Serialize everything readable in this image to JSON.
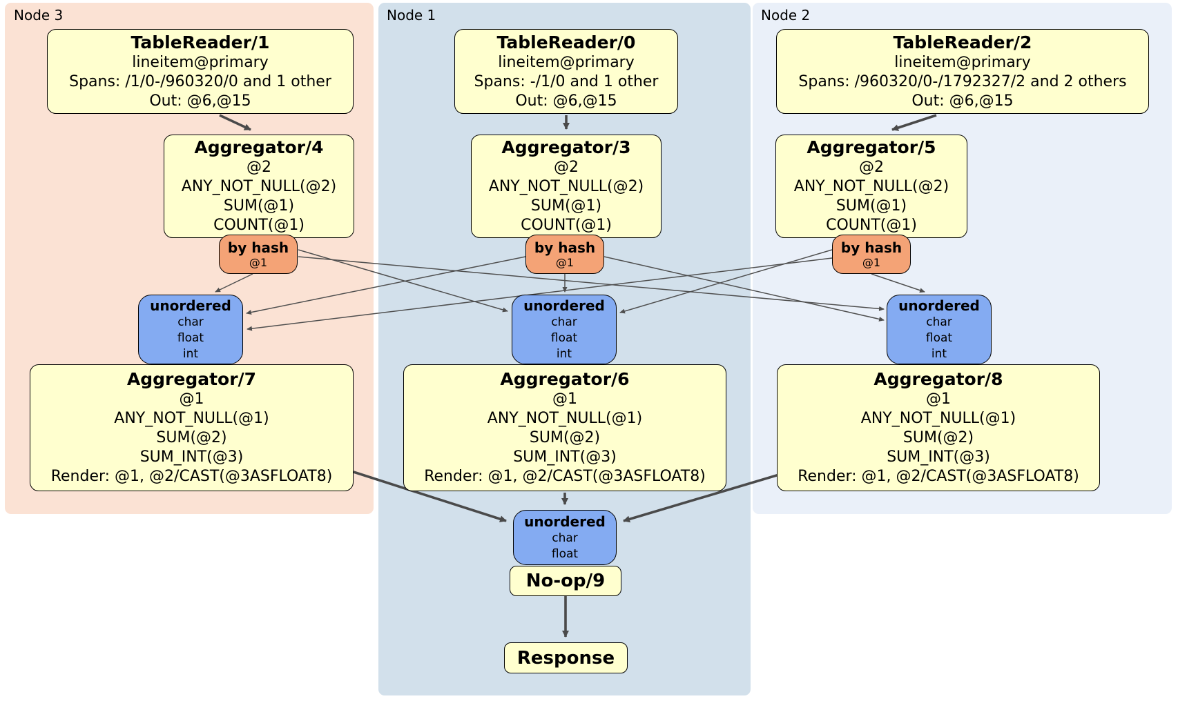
{
  "colors": {
    "node3_bg": "#fbe2d4",
    "node1_bg": "#d2e0eb",
    "node2_bg": "#eaf0f9",
    "processor_fill": "#ffffcf",
    "router_fill": "#f4a376",
    "sync_fill": "#84abf2",
    "border": "#000000",
    "edge": "#4a4a4a"
  },
  "nodes": {
    "node3": {
      "label": "Node 3",
      "table_reader": {
        "title": "TableReader/1",
        "rows": [
          "lineitem@primary",
          "Spans: /1/0-/960320/0 and 1 other",
          "Out: @6,@15"
        ]
      },
      "aggregator_top": {
        "title": "Aggregator/4",
        "rows": [
          "@2",
          "ANY_NOT_NULL(@2)",
          "SUM(@1)",
          "COUNT(@1)"
        ]
      },
      "router": {
        "title": "by hash",
        "sub": "@1"
      },
      "sync": {
        "title": "unordered",
        "rows": [
          "char",
          "float",
          "int"
        ]
      },
      "aggregator_bottom": {
        "title": "Aggregator/7",
        "rows": [
          "@1",
          "ANY_NOT_NULL(@1)",
          "SUM(@2)",
          "SUM_INT(@3)",
          "Render: @1, @2/CAST(@3ASFLOAT8)"
        ]
      }
    },
    "node1": {
      "label": "Node 1",
      "table_reader": {
        "title": "TableReader/0",
        "rows": [
          "lineitem@primary",
          "Spans: -/1/0 and 1 other",
          "Out: @6,@15"
        ]
      },
      "aggregator_top": {
        "title": "Aggregator/3",
        "rows": [
          "@2",
          "ANY_NOT_NULL(@2)",
          "SUM(@1)",
          "COUNT(@1)"
        ]
      },
      "router": {
        "title": "by hash",
        "sub": "@1"
      },
      "sync": {
        "title": "unordered",
        "rows": [
          "char",
          "float",
          "int"
        ]
      },
      "aggregator_bottom": {
        "title": "Aggregator/6",
        "rows": [
          "@1",
          "ANY_NOT_NULL(@1)",
          "SUM(@2)",
          "SUM_INT(@3)",
          "Render: @1, @2/CAST(@3ASFLOAT8)"
        ]
      },
      "final_sync": {
        "title": "unordered",
        "rows": [
          "char",
          "float"
        ]
      },
      "noop": {
        "title": "No-op/9"
      },
      "response": {
        "title": "Response"
      }
    },
    "node2": {
      "label": "Node 2",
      "table_reader": {
        "title": "TableReader/2",
        "rows": [
          "lineitem@primary",
          "Spans: /960320/0-/1792327/2 and 2 others",
          "Out: @6,@15"
        ]
      },
      "aggregator_top": {
        "title": "Aggregator/5",
        "rows": [
          "@2",
          "ANY_NOT_NULL(@2)",
          "SUM(@1)",
          "COUNT(@1)"
        ]
      },
      "router": {
        "title": "by hash",
        "sub": "@1"
      },
      "sync": {
        "title": "unordered",
        "rows": [
          "char",
          "float",
          "int"
        ]
      },
      "aggregator_bottom": {
        "title": "Aggregator/8",
        "rows": [
          "@1",
          "ANY_NOT_NULL(@1)",
          "SUM(@2)",
          "SUM_INT(@3)",
          "Render: @1, @2/CAST(@3ASFLOAT8)"
        ]
      }
    }
  },
  "edges": [
    {
      "from": "TableReader/1",
      "to": "Aggregator/4"
    },
    {
      "from": "TableReader/0",
      "to": "Aggregator/3"
    },
    {
      "from": "TableReader/2",
      "to": "Aggregator/5"
    },
    {
      "from": "by hash (Node 3)",
      "to": "unordered (Node 3)"
    },
    {
      "from": "by hash (Node 3)",
      "to": "unordered (Node 1)"
    },
    {
      "from": "by hash (Node 3)",
      "to": "unordered (Node 2)"
    },
    {
      "from": "by hash (Node 1)",
      "to": "unordered (Node 3)"
    },
    {
      "from": "by hash (Node 1)",
      "to": "unordered (Node 1)"
    },
    {
      "from": "by hash (Node 1)",
      "to": "unordered (Node 2)"
    },
    {
      "from": "by hash (Node 2)",
      "to": "unordered (Node 3)"
    },
    {
      "from": "by hash (Node 2)",
      "to": "unordered (Node 1)"
    },
    {
      "from": "by hash (Node 2)",
      "to": "unordered (Node 2)"
    },
    {
      "from": "Aggregator/7",
      "to": "unordered final"
    },
    {
      "from": "Aggregator/6",
      "to": "unordered final"
    },
    {
      "from": "Aggregator/8",
      "to": "unordered final"
    },
    {
      "from": "No-op/9",
      "to": "Response"
    }
  ]
}
